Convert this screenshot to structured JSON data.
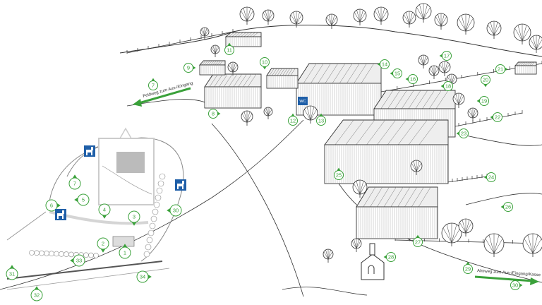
{
  "colors": {
    "marker_green": "#3aa13a",
    "sign_blue": "#1f5fa8",
    "ink": "#333333"
  },
  "main_map": {
    "markers": [
      "7",
      "8",
      "9",
      "10",
      "11",
      "12",
      "13",
      "14",
      "15",
      "16",
      "17",
      "18",
      "19",
      "20",
      "21",
      "22",
      "23",
      "24",
      "25",
      "26",
      "27",
      "28",
      "29",
      "30"
    ],
    "path_labels": {
      "left": "Feldweg zum Aus-/Eingang",
      "right": "Almweg zum Aus-/Eingang/Kasse"
    },
    "wc_sign": "WC"
  },
  "overview_map": {
    "markers": [
      "1",
      "2",
      "3",
      "4",
      "5",
      "6",
      "7",
      "30",
      "31",
      "32",
      "33",
      "34"
    ],
    "icons": [
      "animal-icon",
      "animal-icon",
      "animal-icon"
    ]
  }
}
